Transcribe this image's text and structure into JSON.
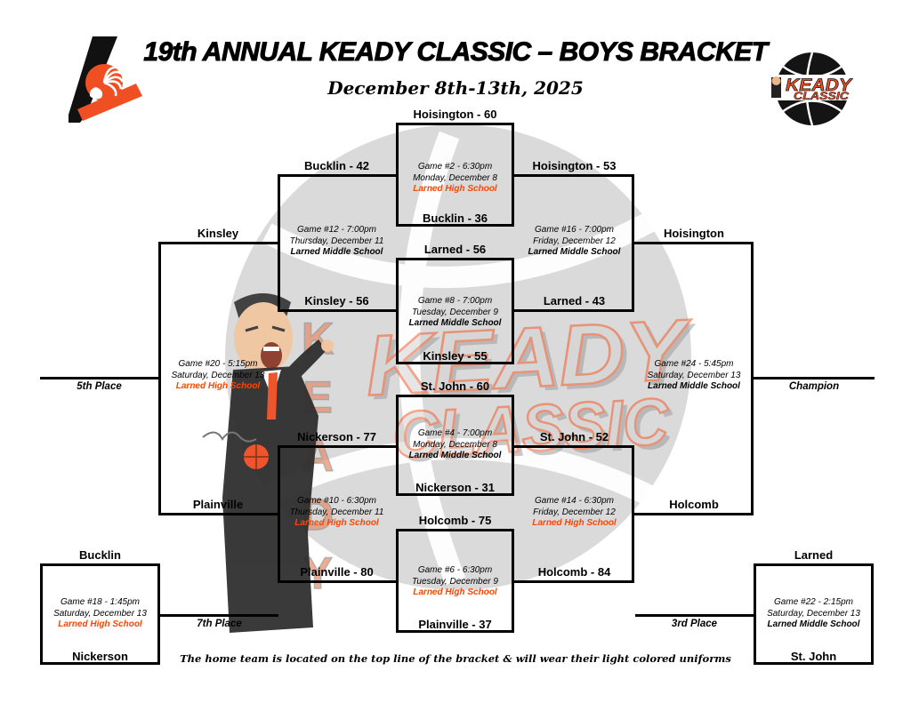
{
  "header": {
    "title": "19th ANNUAL KEADY CLASSIC – BOYS BRACKET",
    "subtitle": "December 8th-13th, 2025"
  },
  "footer_note": "The home team is located on the top line of the bracket & will wear their light colored uniforms",
  "colors": {
    "venue_highlight": "#ff4500",
    "bracket_line": "#000000",
    "brand_orange": "#f04e23",
    "watermark_gray": "#d9d9d9"
  },
  "logos": {
    "left_team_logo": "larned-trojan-l-logo",
    "right_event_logo": {
      "line1": "KEADY",
      "line2": "CLASSIC"
    }
  },
  "watermark": {
    "line1": "KEADY",
    "line2": "CLASSIC",
    "v": [
      "K",
      "E",
      "A",
      "D",
      "Y"
    ]
  },
  "slots": {
    "hoisington_60": "Hoisington - 60",
    "bucklin_36": "Bucklin - 36",
    "larned_56": "Larned - 56",
    "kinsley_55": "Kinsley - 55",
    "stjohn_60": "St. John - 60",
    "nickerson_31": "Nickerson - 31",
    "holcomb_75": "Holcomb - 75",
    "plainville_37": "Plainville - 37",
    "bucklin_42": "Bucklin - 42",
    "kinsley_56": "Kinsley - 56",
    "nickerson_77": "Nickerson - 77",
    "plainville_80": "Plainville - 80",
    "kinsley_adv": "Kinsley",
    "plainville_adv": "Plainville",
    "hoisington_53": "Hoisington - 53",
    "larned_43": "Larned - 43",
    "stjohn_52": "St. John - 52",
    "holcomb_84": "Holcomb - 84",
    "hoisington_adv": "Hoisington",
    "holcomb_adv": "Holcomb",
    "bucklin_7th": "Bucklin",
    "nickerson_7th": "Nickerson",
    "larned_3rd": "Larned",
    "stjohn_3rd": "St. John"
  },
  "places": {
    "fifth": "5th Place",
    "seventh": "7th Place",
    "third": "3rd Place",
    "champion": "Champion"
  },
  "games": {
    "g2": {
      "title": "Game #2 - 6:30pm",
      "date": "Monday, December 8",
      "venue": "Larned High School",
      "venue_highlight": true
    },
    "g4": {
      "title": "Game #4 - 7:00pm",
      "date": "Monday, December 8",
      "venue": "Larned Middle School",
      "venue_highlight": false
    },
    "g6": {
      "title": "Game #6 - 6:30pm",
      "date": "Tuesday, December 9",
      "venue": "Larned High School",
      "venue_highlight": true
    },
    "g8": {
      "title": "Game #8 - 7:00pm",
      "date": "Tuesday, December 9",
      "venue": "Larned Middle School",
      "venue_highlight": false
    },
    "g10": {
      "title": "Game #10 - 6:30pm",
      "date": "Thursday, December 11",
      "venue": "Larned High School",
      "venue_highlight": true
    },
    "g12": {
      "title": "Game #12 - 7:00pm",
      "date": "Thursday, December 11",
      "venue": "Larned Middle School",
      "venue_highlight": false
    },
    "g14": {
      "title": "Game #14 - 6:30pm",
      "date": "Friday, December 12",
      "venue": "Larned High School",
      "venue_highlight": true
    },
    "g16": {
      "title": "Game #16 - 7:00pm",
      "date": "Friday, December 12",
      "venue": "Larned Middle School",
      "venue_highlight": false
    },
    "g18": {
      "title": "Game #18 - 1:45pm",
      "date": "Saturday, December 13",
      "venue": "Larned High School",
      "venue_highlight": true
    },
    "g20": {
      "title": "Game #20 - 5:15pm",
      "date": "Saturday, December 13",
      "venue": "Larned High School",
      "venue_highlight": true
    },
    "g22": {
      "title": "Game #22 - 2:15pm",
      "date": "Saturday, December 13",
      "venue": "Larned Middle School",
      "venue_highlight": false
    },
    "g24": {
      "title": "Game #24 - 5:45pm",
      "date": "Saturday, December 13",
      "venue": "Larned Middle School",
      "venue_highlight": false
    }
  }
}
